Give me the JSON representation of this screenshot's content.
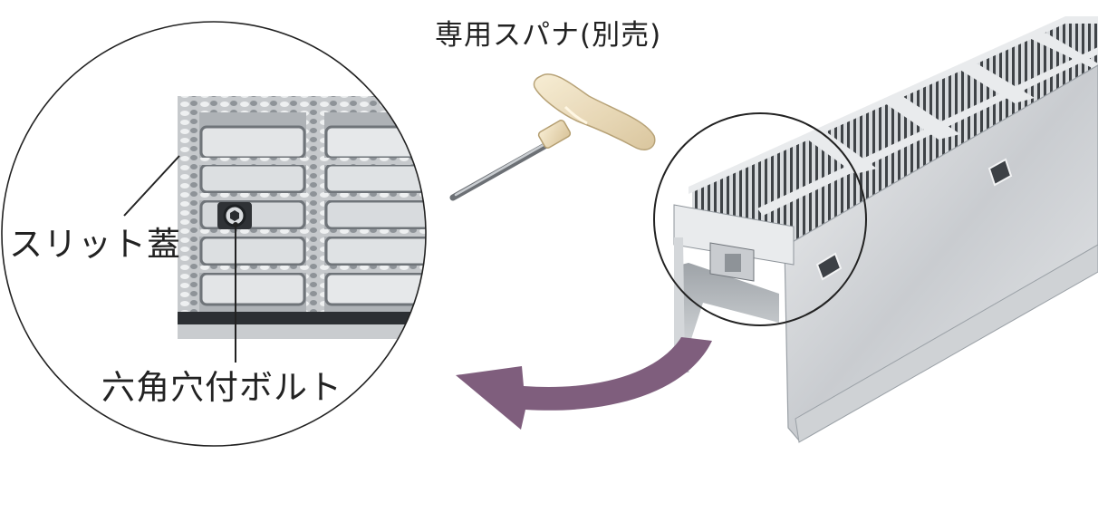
{
  "labels": {
    "spanner": "専用スパナ(別売)",
    "slit_cover": "スリット蓋",
    "hex_bolt": "六角穴付ボルト"
  },
  "colors": {
    "arrow": "#7f5e7d",
    "line": "#222222",
    "steel_light": "#e4e6e8",
    "steel_mid": "#b7bbbf",
    "steel_dark": "#4a4e53",
    "handle": "#ecdcb8"
  }
}
